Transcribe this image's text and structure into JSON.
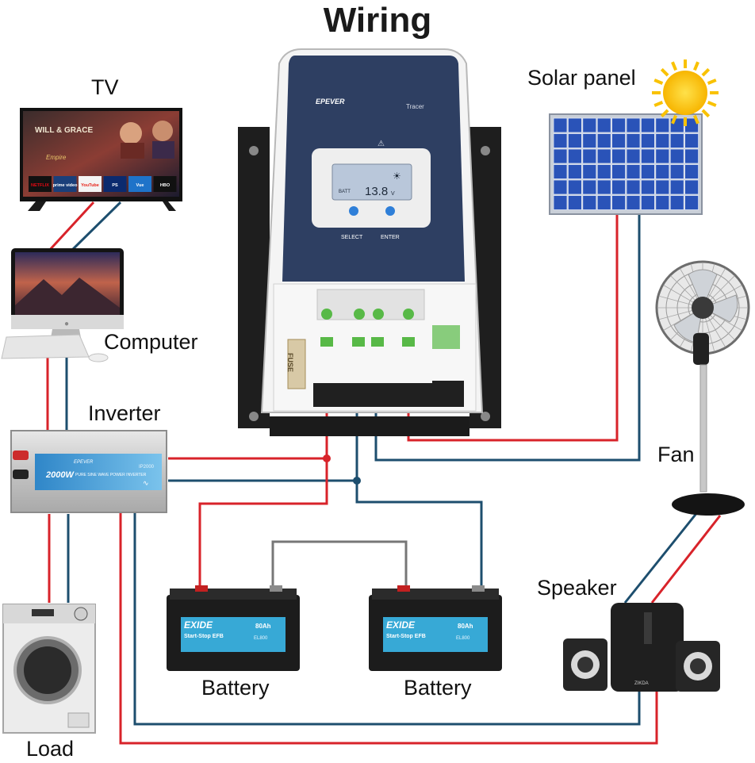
{
  "title": "Wiring",
  "labels": {
    "tv": "TV",
    "computer": "Computer",
    "inverter": "Inverter",
    "load": "Load",
    "solar_panel": "Solar panel",
    "fan": "Fan",
    "speaker": "Speaker",
    "battery_left": "Battery",
    "battery_right": "Battery"
  },
  "controller": {
    "brand": "EPEVER",
    "model": "Tracer",
    "display_value": "13.8",
    "display_unit": "V",
    "display_tag": "BATT",
    "select_label": "SELECT",
    "enter_label": "ENTER",
    "fuse_label": "FUSE"
  },
  "inverter_unit": {
    "power": "2000W",
    "description": "PURE SINE WAVE POWER INVERTER",
    "brand": "EPEVER",
    "model": "IP2000"
  },
  "battery_unit": {
    "brand": "EXIDE",
    "type": "Start-Stop EFB",
    "capacity": "80Ah",
    "cca": "EL800"
  },
  "tv_apps": [
    "NETFLIX",
    "prime video",
    "YouTube",
    "PS",
    "Vue",
    "HBO"
  ],
  "tv_show": "WILL & GRACE",
  "tv_promo": "Empire",
  "speaker_brand": "ZIKDA",
  "colors": {
    "positive_wire": "#d8232a",
    "negative_wire": "#1d4e6e",
    "bridge_wire": "#777777",
    "controller_panel": "#2e3f62",
    "solar_cell": "#2a53b8",
    "battery_label": "#37a9d6"
  }
}
